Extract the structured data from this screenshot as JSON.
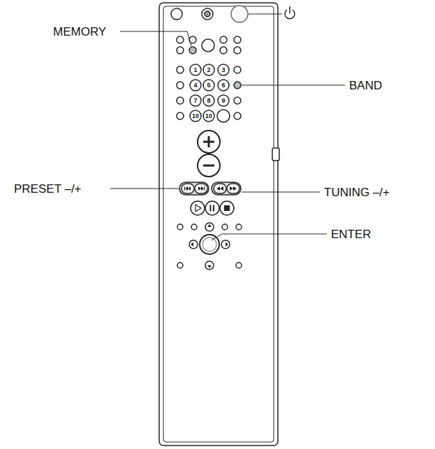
{
  "diagram": {
    "labels": [
      "MEMORY",
      "BAND",
      "PRESET –/+",
      "TUNING –/+",
      "ENTER",
      "1",
      "2",
      "3",
      "4",
      "5",
      "6",
      "7",
      "8",
      "9",
      "10",
      "10"
    ]
  }
}
